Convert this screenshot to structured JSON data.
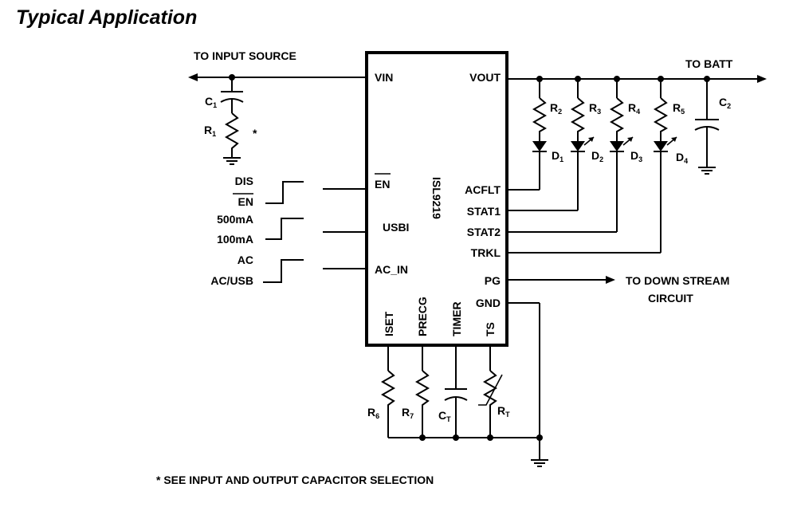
{
  "title": "Typical Application",
  "footnote": "* SEE INPUT AND OUTPUT CAPACITOR SELECTION",
  "ic": {
    "part": "ISL9219",
    "pins": {
      "vin": "VIN",
      "vout": "VOUT",
      "en": "EN",
      "usbi": "USBI",
      "ac_in": "AC_IN",
      "acflt": "ACFLT",
      "stat1": "STAT1",
      "stat2": "STAT2",
      "trkl": "TRKL",
      "pg": "PG",
      "gnd": "GND",
      "iset": "ISET",
      "precg": "PRECG",
      "timer": "TIMER",
      "ts": "TS"
    }
  },
  "nets": {
    "input_source": "TO INPUT SOURCE",
    "batt": "TO BATT",
    "downstream_1": "TO DOWN STREAM",
    "downstream_2": "CIRCUIT"
  },
  "inputs": {
    "en_high": "DIS",
    "en_low": "EN",
    "usbi_high": "500mA",
    "usbi_low": "100mA",
    "ac_high": "AC",
    "ac_low": "AC/USB"
  },
  "components": {
    "c1": {
      "letter": "C",
      "sub": "1"
    },
    "r1": {
      "letter": "R",
      "sub": "1"
    },
    "c2": {
      "letter": "C",
      "sub": "2"
    },
    "r2": {
      "letter": "R",
      "sub": "2"
    },
    "r3": {
      "letter": "R",
      "sub": "3"
    },
    "r4": {
      "letter": "R",
      "sub": "4"
    },
    "r5": {
      "letter": "R",
      "sub": "5"
    },
    "d1": {
      "letter": "D",
      "sub": "1"
    },
    "d2": {
      "letter": "D",
      "sub": "2"
    },
    "d3": {
      "letter": "D",
      "sub": "3"
    },
    "d4": {
      "letter": "D",
      "sub": "4"
    },
    "r6": {
      "letter": "R",
      "sub": "6"
    },
    "r7": {
      "letter": "R",
      "sub": "7"
    },
    "ct": {
      "letter": "C",
      "sub": "T"
    },
    "rt": {
      "letter": "R",
      "sub": "T"
    }
  },
  "r1_note": "*"
}
